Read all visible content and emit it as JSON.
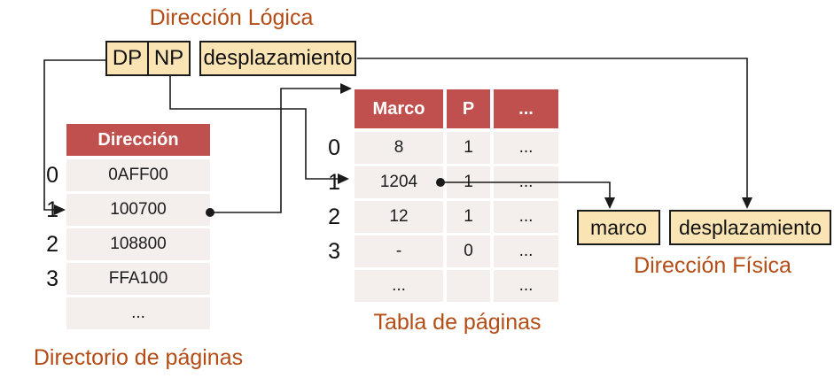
{
  "colors": {
    "table_header": "#C0504D",
    "table_row_bg": "#F4EEED",
    "box_fill": "#FAE4B4",
    "caption_text": "#B34C15",
    "line": "#1a1a1a"
  },
  "logical_address": {
    "title": "Dirección Lógica",
    "fields": {
      "dp": "DP",
      "np": "NP",
      "offset": "desplazamiento"
    }
  },
  "page_directory": {
    "caption": "Directorio de páginas",
    "column_header": "Dirección",
    "row_labels": [
      "0",
      "1",
      "2",
      "3"
    ],
    "rows": [
      "0AFF00",
      "100700",
      "108800",
      "FFA100",
      "..."
    ]
  },
  "page_table": {
    "caption": "Tabla de páginas",
    "column_headers": [
      "Marco",
      "P",
      "..."
    ],
    "row_labels": [
      "0",
      "1",
      "2",
      "3"
    ],
    "rows": [
      [
        "8",
        "1",
        "..."
      ],
      [
        "1204",
        "1",
        "..."
      ],
      [
        "12",
        "1",
        "..."
      ],
      [
        "-",
        "0",
        "..."
      ],
      [
        "...",
        "",
        "..."
      ]
    ]
  },
  "physical_address": {
    "caption": "Dirección Física",
    "fields": {
      "marco": "marco",
      "offset": "desplazamiento"
    }
  }
}
